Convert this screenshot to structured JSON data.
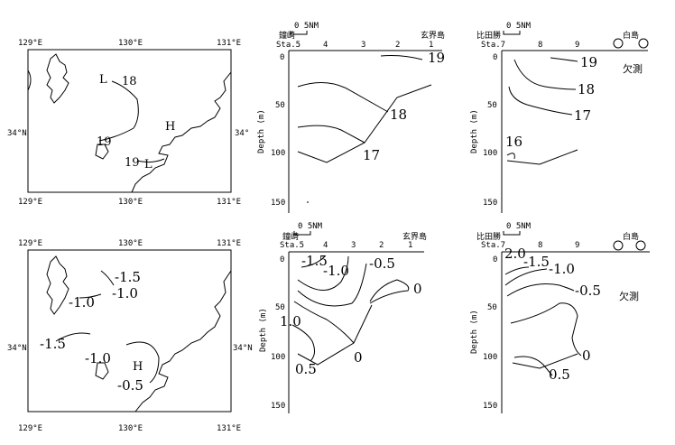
{
  "map_top": {
    "lon_labels_top": [
      "129°E",
      "130°E",
      "131°E"
    ],
    "lon_labels_bottom": [
      "129°E",
      "130°E",
      "131°E"
    ],
    "lat_left": "34°N",
    "lat_right": "34°",
    "contour_labels": [
      "L",
      "18",
      "H",
      "19",
      "19",
      "L"
    ]
  },
  "map_bottom": {
    "lon_labels_top": [
      "129°E",
      "130°E",
      "131°E"
    ],
    "lon_labels_bottom": [
      "129°E",
      "130°E",
      "131°E"
    ],
    "lat_left": "34°N",
    "lat_right": "34°N",
    "contour_labels": [
      "-1.5",
      "-1.0",
      "-1.0",
      "-1.5",
      "-1.0",
      "H",
      "-0.5"
    ]
  },
  "sec_left_top": {
    "scale": "0   5NM",
    "place_left": "鐘崎",
    "place_right": "玄界島",
    "stations": [
      "Sta.5",
      "4",
      "3",
      "2",
      "1"
    ],
    "ylabel": "Depth (m)",
    "yticks": [
      "0",
      "50",
      "100",
      "150"
    ],
    "contour_labels": [
      "19",
      "18",
      "17"
    ]
  },
  "sec_right_top": {
    "scale": "0   5NM",
    "place_left": "比田勝",
    "place_right": "白島",
    "stations": [
      "Sta.7",
      "8",
      "9"
    ],
    "ylabel": "Depth (m)",
    "yticks": [
      "0",
      "50",
      "100",
      "150"
    ],
    "missing": "欠測",
    "contour_labels": [
      "19",
      "18",
      "17",
      "16"
    ]
  },
  "sec_left_bottom": {
    "scale": "0   5NM",
    "place_left": "鐘崎",
    "place_right": "玄界島",
    "stations": [
      "Sta.5",
      "4",
      "3",
      "2",
      "1"
    ],
    "ylabel": "Depth (m)",
    "yticks": [
      "0",
      "50",
      "100",
      "150"
    ],
    "contour_labels": [
      "-1.5",
      "-1.0",
      "-0.5",
      "0",
      "1.0",
      "0.5",
      "0"
    ]
  },
  "sec_right_bottom": {
    "scale": "0   5NM",
    "place_left": "比田勝",
    "place_right": "白島",
    "stations": [
      "Sta.7",
      "8",
      "9"
    ],
    "ylabel": "Depth (m)",
    "yticks": [
      "0",
      "50",
      "100",
      "150"
    ],
    "missing": "欠測",
    "contour_labels": [
      "2.0",
      "-1.5",
      "-1.0",
      "-0.5",
      "0",
      "0.5"
    ]
  }
}
